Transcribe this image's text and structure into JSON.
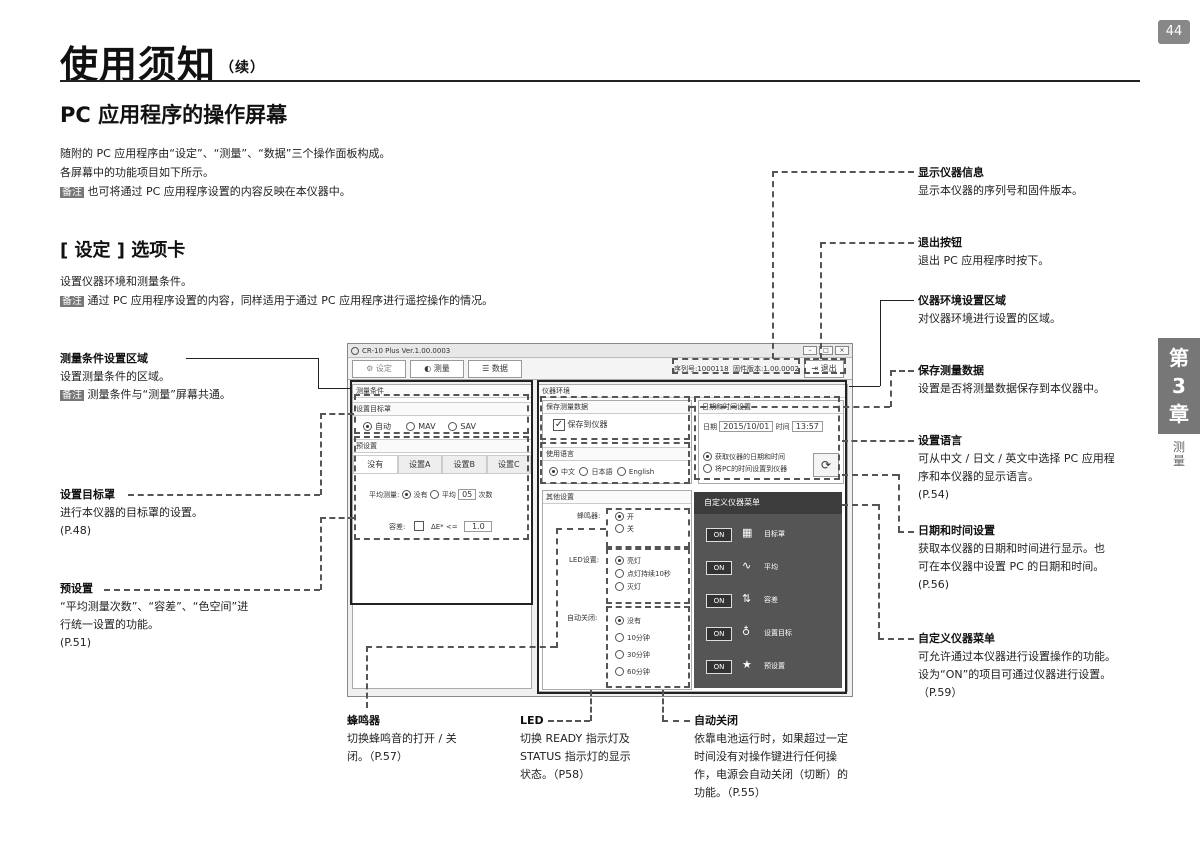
{
  "page_number": "44",
  "title": "使用须知",
  "title_suffix": "（续）",
  "section": "PC 应用程序的操作屏幕",
  "intro": [
    "随附的 PC 应用程序由“设定”、“测量”、“数据”三个操作面板构成。",
    "各屏幕中的功能项目如下所示。"
  ],
  "note_label": "备注",
  "intro_note": "也可将通过 PC 应用程序设置的内容反映在本仪器中。",
  "tab_heading": "[ 设定 ] 选项卡",
  "tab_desc": "设置仪器环境和测量条件。",
  "tab_note": "通过 PC 应用程序设置的内容，同样适用于通过 PC 应用程序进行遥控操作的情况。",
  "chapter": {
    "line1": "第",
    "line2": "3",
    "line3": "章",
    "sub1": "测",
    "sub2": "量"
  },
  "left_annotations": {
    "meas_area": {
      "title": "测量条件设置区域",
      "body": "设置测量条件的区域。",
      "note": "测量条件与“测量”屏幕共通。"
    },
    "target": {
      "title": "设置目标罩",
      "body": "进行本仪器的目标罩的设置。",
      "ref": "(P.48)"
    },
    "preset": {
      "title": "预设置",
      "body1": "“平均测量次数”、“容差”、“色空间”进",
      "body2": "行统一设置的功能。",
      "ref": "(P.51)"
    }
  },
  "right_annotations": {
    "info": {
      "title": "显示仪器信息",
      "body": "显示本仪器的序列号和固件版本。"
    },
    "exit": {
      "title": "退出按钮",
      "body": "退出 PC 应用程序时按下。"
    },
    "env": {
      "title": "仪器环境设置区域",
      "body": "对仪器环境进行设置的区域。"
    },
    "save": {
      "title": "保存测量数据",
      "body": "设置是否将测量数据保存到本仪器中。"
    },
    "lang": {
      "title": "设置语言",
      "body1": "可从中文 / 日文 / 英文中选择 PC 应用程",
      "body2": "序和本仪器的显示语言。",
      "ref": "(P.54)"
    },
    "datetime": {
      "title": "日期和时间设置",
      "body1": "获取本仪器的日期和时间进行显示。也",
      "body2": "可在本仪器中设置 PC 的日期和时间。",
      "ref": "(P.56)"
    },
    "custom": {
      "title": "自定义仪器菜单",
      "body1": "可允许通过本仪器进行设置操作的功能。",
      "body2": "设为“ON”的项目可通过仪器进行设置。",
      "ref": "（P.59）"
    }
  },
  "bottom_annotations": {
    "buzzer": {
      "title": "蜂鸣器",
      "body1": "切换蜂鸣音的打开 / 关",
      "body2": "闭。（P.57）"
    },
    "led": {
      "title": "LED",
      "body1": "切换 READY 指示灯及",
      "body2": "STATUS 指示灯的显示",
      "body3": "状态。（P58）"
    },
    "auto_off": {
      "title": "自动关闭",
      "body1": "依靠电池运行时，如果超过一定",
      "body2": "时间没有对操作键进行任何操",
      "body3": "作，电源会自动关闭（切断）的",
      "body4": "功能。（P.55）"
    }
  },
  "app": {
    "window_title": "CR-10 Plus Ver.1.00.0003",
    "tabs": [
      "设定",
      "测量",
      "数据"
    ],
    "serial": "序列号:1000118",
    "firmware": "固件版本:1.00.0002",
    "exit_label": "退出",
    "meas_title": "测量条件",
    "target_title": "设置目标罩",
    "target_options": [
      "自动",
      "MAV",
      "SAV"
    ],
    "preset_title": "预设置",
    "preset_tabs": [
      "没有",
      "设置A",
      "设置B",
      "设置C"
    ],
    "avg_label": "平均测量:",
    "avg_opts": [
      "没有",
      "平均"
    ],
    "avg_count": "05",
    "avg_unit": "次数",
    "tol_label": "容差:",
    "tol_expr": "ΔE* <=",
    "tol_value": "1.0",
    "env_title": "仪器环境",
    "save_title": "保存测量数据",
    "save_check": "保存到仪器",
    "lang_title": "使用语言",
    "lang_opts": [
      "中文",
      "日本語",
      "English"
    ],
    "dt_title": "日期和时间设置",
    "date_label": "日期",
    "date_value": "2015/10/01",
    "time_label": "时间",
    "time_value": "13:57",
    "dt_opt1": "获取仪器的日期和时间",
    "dt_opt2": "将PC的时间设置到仪器",
    "other_title": "其他设置",
    "buzzer_label": "蜂鸣器:",
    "buzzer_opts": [
      "开",
      "关"
    ],
    "led_label": "LED设置:",
    "led_opts": [
      "亮灯",
      "点灯持续10秒",
      "灭灯"
    ],
    "auto_label": "自动关闭:",
    "auto_opts": [
      "没有",
      "10分钟",
      "30分钟",
      "60分钟"
    ],
    "menu_title": "自定义仪器菜单",
    "menu_on": "ON",
    "menu_items": [
      "目标罩",
      "平均",
      "容差",
      "设置目标",
      "预设置"
    ]
  }
}
